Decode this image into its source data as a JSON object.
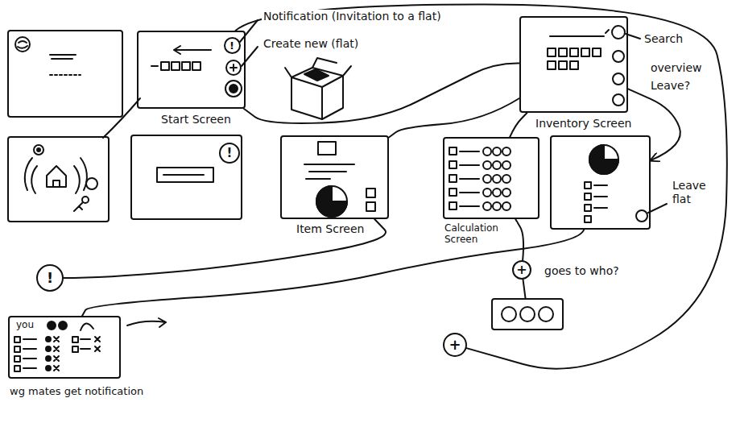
{
  "diagram": {
    "nodes": [
      {
        "text": [
          "Start Screen"
        ]
      },
      {
        "text": [
          "!"
        ],
        "in": 0
      },
      {
        "text": [
          "Inventory Screen"
        ]
      },
      {
        "text": [
          "!"
        ]
      },
      {
        "text": [
          "Item Screen"
        ]
      },
      {
        "text": [
          "Calculation Screen"
        ]
      },
      {
        "text": [
          "Leave flat"
        ]
      },
      {
        "text": [
          "!"
        ]
      },
      {
        "text": [
          "+"
        ]
      },
      {
        "text": [
          "goes to who?"
        ]
      },
      {
        "text": [
          "+"
        ]
      },
      {
        "text": [
          "you",
          "wg mates get notification"
        ]
      }
    ],
    "edges": [
      {
        "from": 0,
        "to": 2,
        "arrow": "none"
      },
      {
        "from": 4,
        "to": 2,
        "arrow": "none"
      },
      {
        "from": 2,
        "to": 5,
        "arrow": "none"
      },
      {
        "from": 2,
        "to": 6,
        "arrow": "to"
      },
      {
        "from": 5,
        "to": 8,
        "arrow": "none"
      },
      {
        "from": 8,
        "to": 9,
        "arrow": "none"
      },
      {
        "from": 4,
        "to": 7,
        "arrow": "none"
      },
      {
        "from": 11,
        "to": 6,
        "arrow": "none"
      },
      {
        "from": 10,
        "to": 0,
        "arrow": "none"
      }
    ],
    "labels": [
      "Notification (Invitation to a flat)",
      "Create new (flat)",
      "Search",
      "overview",
      "Leave?"
    ]
  }
}
